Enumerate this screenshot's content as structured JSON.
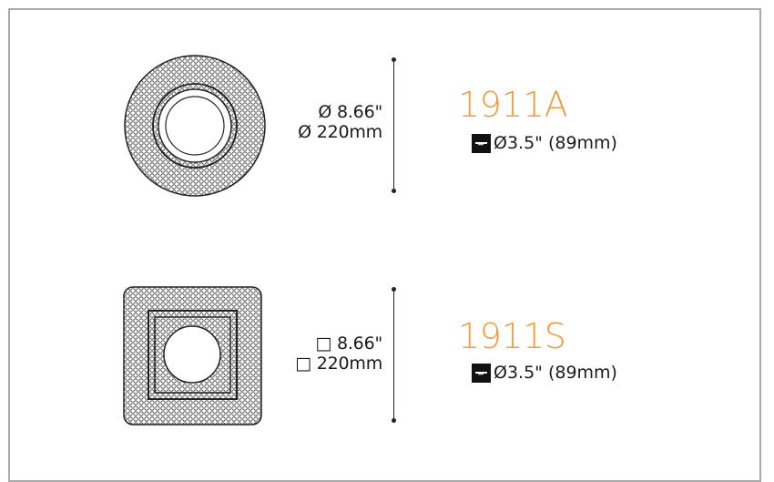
{
  "products": [
    {
      "model": "1911A",
      "shape": "round",
      "dimension_imperial": "Ø 8.66\"",
      "dimension_metric": "Ø 220mm",
      "cutout": "Ø3.5\" (89mm)",
      "cutout_icon": "ceiling-cutout-icon"
    },
    {
      "model": "1911S",
      "shape": "square",
      "dimension_imperial": "□ 8.66\"",
      "dimension_metric": "□ 220mm",
      "cutout": "Ø3.5\" (89mm)",
      "cutout_icon": "ceiling-cutout-icon"
    }
  ],
  "colors": {
    "accent": "#f29a3c",
    "frame": "#a9a9a9",
    "ink": "#1a1a1a"
  }
}
